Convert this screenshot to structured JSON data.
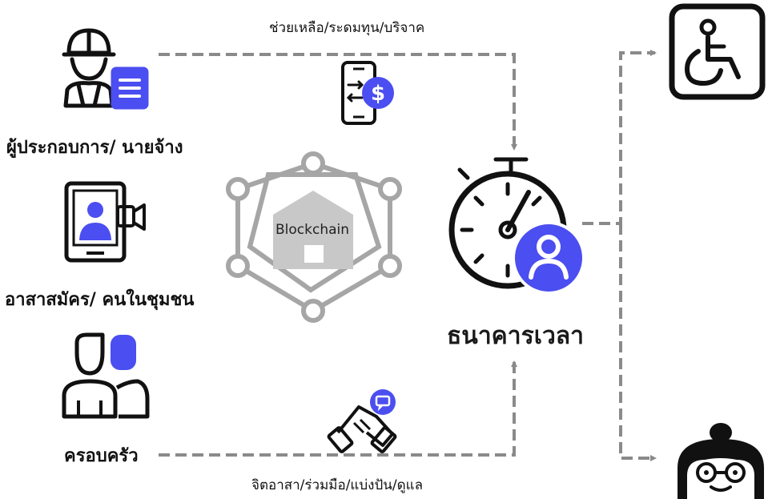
{
  "diagram": {
    "actors": [
      {
        "label": "ผู้ประกอบการ/ นายจ้าง",
        "icon": "worker-with-document-icon"
      },
      {
        "label": "อาสาสมัคร/ คนในชุมชน",
        "icon": "video-call-tablet-icon"
      },
      {
        "label": "ครอบครัว",
        "icon": "family-icon"
      }
    ],
    "flows": {
      "top": "ช่วยเหลือ/ระดมทุน/บริจาค",
      "bottom": "จิตอาสา/ร่วมมือ/แบ่งปัน/ดูแล"
    },
    "center": {
      "label": "Blockchain",
      "icon": "blockchain-network-icon"
    },
    "bank": {
      "label": "ธนาคารเวลา",
      "icon": "stopwatch-user-icon"
    },
    "beneficiaries": [
      {
        "icon": "wheelchair-icon"
      },
      {
        "icon": "elderly-woman-icon"
      }
    ],
    "colors": {
      "accent": "#4b4ef0",
      "gray": "#a6a6a6",
      "dark": "#111111",
      "arrow": "#8a8a8a"
    }
  }
}
